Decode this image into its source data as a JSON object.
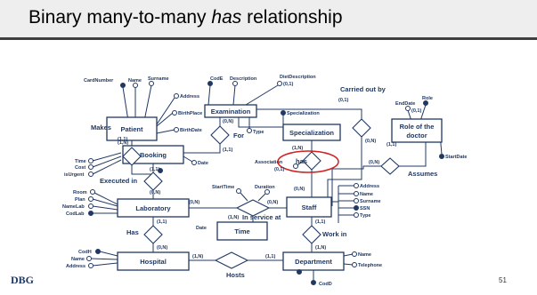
{
  "slide": {
    "title_prefix": "Binary many-to-many ",
    "title_emphasis": "has",
    "title_suffix": " relationship",
    "page_number": "51",
    "logo": "DBG"
  },
  "colors": {
    "entity_border": "#1f3864",
    "text": "#1f3864",
    "highlight": "#d02020"
  },
  "entities": {
    "patient": "Patient",
    "examination": "Examination",
    "specialization": "Specialization",
    "role": [
      "Role of the",
      "doctor"
    ],
    "booking": "Booking",
    "laboratory": "Laboratory",
    "staff": "Staff",
    "time": "Time",
    "hospital": "Hospital",
    "department": "Department"
  },
  "relationships": {
    "carried_out_by": "Carried out by",
    "makes": "Makes",
    "for": "For",
    "has_staff": "has",
    "assumes": "Assumes",
    "executed_in": "Executed in",
    "in_service_at": "In service at",
    "has_lab": "Has",
    "work_in": "Work in",
    "hosts": "Hosts"
  },
  "attributes": {
    "patient": {
      "card_number": "CardNumber",
      "name": "Name",
      "surname": "Surname",
      "address": "Address",
      "birth_place": "BirthPlace",
      "birth_date": "BirthDate"
    },
    "examination": {
      "code": "CodE",
      "description": "Description",
      "diet_description": "DietDescription",
      "diet_card": "(0,1)",
      "type": "Type"
    },
    "specialization": {
      "name": "Specialization"
    },
    "role": {
      "end_date": "EndDate",
      "end_date_card": "(0,1)",
      "role": "Role",
      "start_date": "StartDate"
    },
    "booking": {
      "time": "Time",
      "cost": "Cost",
      "is_urgent": "isUrgent",
      "date": "Date"
    },
    "laboratory": {
      "room": "Room",
      "plan": "Plan",
      "name": "NameLab",
      "code": "CodLab"
    },
    "in_service_at": {
      "start_time": "StartTime",
      "duration": "Duration"
    },
    "time": {
      "date": "Date"
    },
    "staff": {
      "address": "Address",
      "name": "Name",
      "surname": "Surname",
      "ssn": "SSN",
      "type": "Type"
    },
    "hospital": {
      "code": "CodH",
      "name": "Name",
      "address": "Address"
    },
    "department": {
      "name": "Name",
      "telephone": "Telephone",
      "code": "CodD"
    },
    "has_staff": {
      "association": "Association",
      "card": "(0,1)"
    }
  },
  "cardinalities": {
    "examination_carried": "(0,1)",
    "patient_makes": "(1,N)",
    "booking_makes": "(1,1)",
    "examination_for": "(0,N)",
    "booking_for": "(1,1)",
    "has_examination": "(1,N)",
    "has_staff": "(0,N)",
    "staff_carried": "(0,N)",
    "role_assumes": "(1,1)",
    "staff_assumes": "(0,N)",
    "booking_executed": "(1,1)",
    "lab_executed": "(0,N)",
    "lab_service": "(0,N)",
    "time_service": "(1,N)",
    "staff_service": "(0,N)",
    "lab_has": "(1,1)",
    "hospital_has": "(0,N)",
    "staff_work": "(1,1)",
    "department_work": "(1,N)",
    "hospital_hosts": "(1,N)",
    "department_hosts": "(1,1)"
  }
}
